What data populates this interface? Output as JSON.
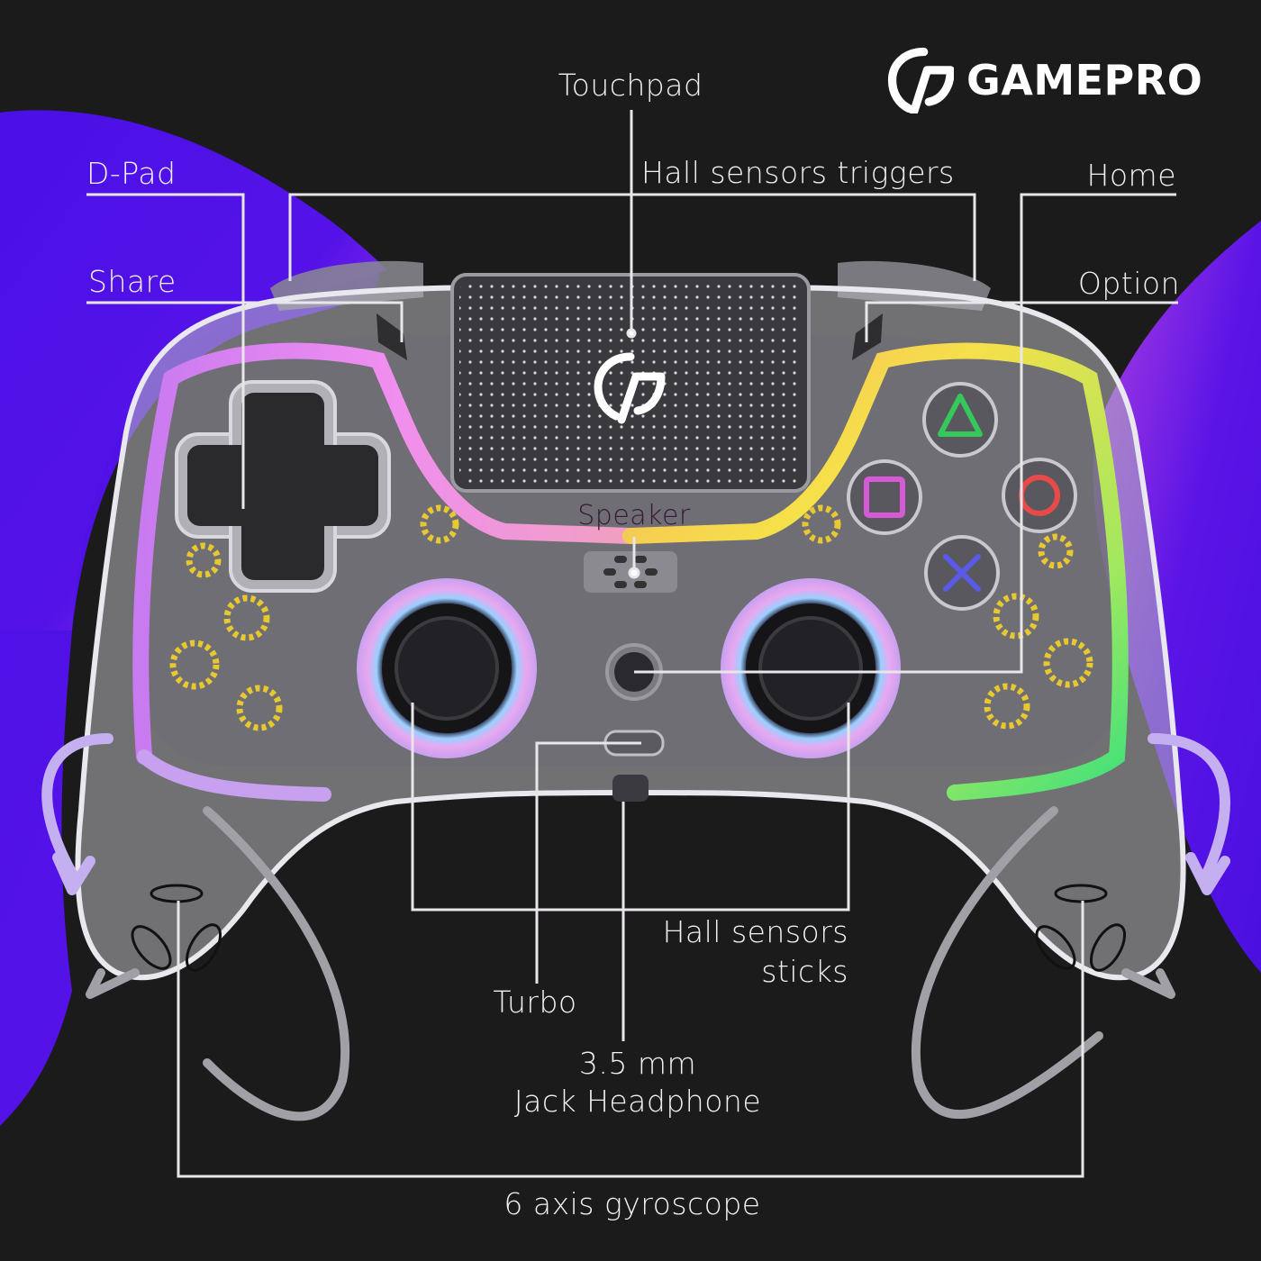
{
  "brand": {
    "name": "GAMEPRO",
    "logo_icon": "gp-monogram-icon"
  },
  "labels": {
    "touchpad": "Touchpad",
    "hall_triggers": "Hall sensors triggers",
    "dpad": "D-Pad",
    "share": "Share",
    "home": "Home",
    "option": "Option",
    "speaker": "Speaker",
    "hall_sticks_line1": "Hall sensors",
    "hall_sticks_line2": "sticks",
    "turbo": "Turbo",
    "jack_line1": "3.5 mm",
    "jack_line2": "Jack Headphone",
    "gyroscope": "6 axis gyroscope"
  },
  "face_buttons": [
    {
      "symbol": "triangle",
      "color": "#35c85a"
    },
    {
      "symbol": "square",
      "color": "#d65ad6"
    },
    {
      "symbol": "circle",
      "color": "#e84a4a"
    },
    {
      "symbol": "cross",
      "color": "#5a5ae6"
    }
  ],
  "colors": {
    "background": "#1c1b1c",
    "accent_purple": "#5a12e8",
    "accent_magenta": "#b44ae0",
    "line": "#e8e6e8",
    "led_pink": "#e48ef0",
    "led_yellow": "#f6d84a",
    "led_green": "#4ae07a"
  }
}
